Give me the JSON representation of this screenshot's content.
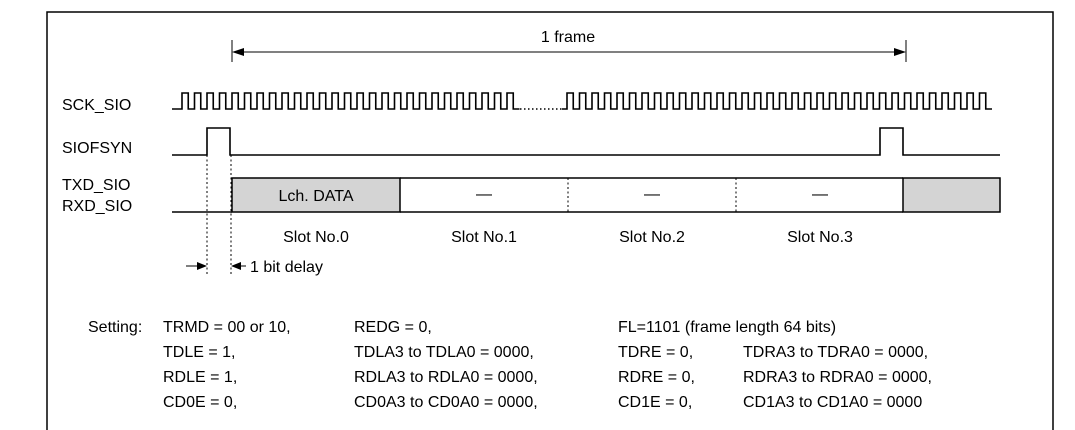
{
  "signals": {
    "sck": "SCK_SIO",
    "fsyn": "SIOFSYN",
    "txd": "TXD_SIO",
    "rxd": "RXD_SIO"
  },
  "frame_label": "1 frame",
  "slot_data": [
    "Lch. DATA",
    "—",
    "—",
    "—"
  ],
  "slots": [
    "Slot No.0",
    "Slot No.1",
    "Slot No.2",
    "Slot No.3"
  ],
  "bit_delay_label": "1 bit delay",
  "settings": {
    "prefix": "Setting:",
    "rows": [
      [
        "TRMD = 00 or 10,",
        "REDG = 0,",
        "FL=1101 (frame length 64 bits)",
        ""
      ],
      [
        "TDLE = 1,",
        "TDLA3 to TDLA0 = 0000,",
        "TDRE = 0,",
        "TDRA3 to TDRA0 = 0000,"
      ],
      [
        "RDLE = 1,",
        "RDLA3 to RDLA0 = 0000,",
        "RDRE = 0,",
        "RDRA3 to RDRA0 = 0000,"
      ],
      [
        "CD0E = 0,",
        "CD0A3 to CD0A0 = 0000,",
        "CD1E = 0,",
        "CD1A3 to CD1A0 = 0000"
      ]
    ]
  }
}
